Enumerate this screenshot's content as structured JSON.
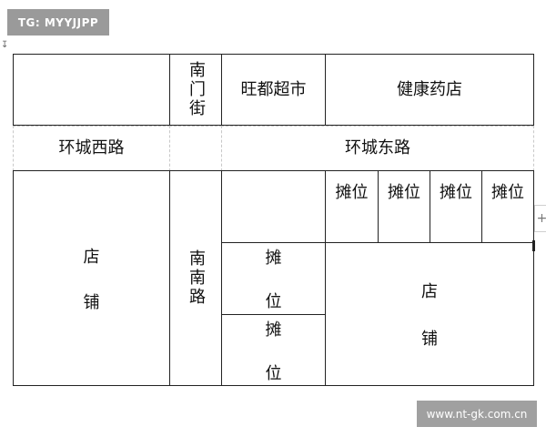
{
  "overlays": {
    "top_left_badge": "TG: MYYJJPP",
    "bottom_right_badge": "www.nt-gk.com.cn"
  },
  "map": {
    "nanmen_street": "南门街",
    "wangdu_supermarket": "旺都超市",
    "health_pharmacy": "健康药店",
    "huancheng_west_road": "环城西路",
    "huancheng_east_road": "环城东路",
    "stall": "摊位",
    "stall_char_1": "摊",
    "stall_char_2": "位",
    "shop_char_1": "店",
    "shop_char_2": "铺",
    "nannan_road": "南南路"
  },
  "icons": {
    "anchor": "table-anchor-icon",
    "plus": "plus-icon"
  }
}
